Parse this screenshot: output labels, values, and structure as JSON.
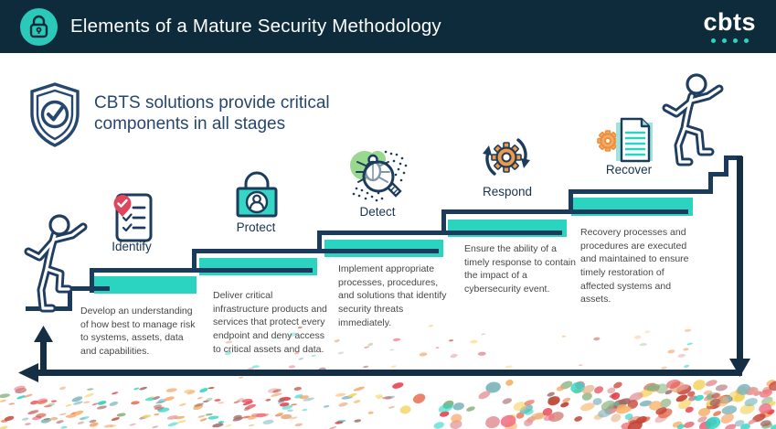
{
  "header": {
    "title": "Elements of a Mature Security Methodology",
    "logo_text": "cbts",
    "badge_icon": "lock-icon"
  },
  "intro": {
    "icon": "shield-check-icon",
    "text": "CBTS solutions provide critical components in all stages"
  },
  "stages": [
    {
      "label": "Identify",
      "icon": "document-checklist-icon",
      "description": "Develop an understanding of how best to manage risk to systems, assets, data and capabilities."
    },
    {
      "label": "Protect",
      "icon": "padlock-user-icon",
      "description": "Deliver critical infrastructure products and services that protect every endpoint and deny access to critical assets and data."
    },
    {
      "label": "Detect",
      "icon": "bug-magnifier-icon",
      "description": "Implement appropriate processes, procedures, and solutions that identify security threats immediately."
    },
    {
      "label": "Respond",
      "icon": "gear-refresh-icon",
      "description": "Ensure the ability of a timely response to contain the impact of a cybersecurity event."
    },
    {
      "label": "Recover",
      "icon": "document-gear-icon",
      "description": "Recovery processes and procedures are executed and maintained to ensure timely restoration of affected systems and assets."
    }
  ],
  "colors": {
    "header_bg": "#0E2B3C",
    "teal_accent": "#2BD4C1",
    "stair_navy": "#1B3B5C",
    "arrow_dark": "#142E44",
    "label_navy": "#17344F",
    "subtitle_navy": "#26476F",
    "body_text": "#474747",
    "detect_green": "#98D98F",
    "gear_orange": "#F09A43",
    "pin_red": "#E0475D"
  },
  "confetti_palette": [
    "#F4A261",
    "#E76F51",
    "#E63946",
    "#EF6F84",
    "#F7B267",
    "#2BD4C1",
    "#A26769",
    "#C44536",
    "#F4D35E",
    "#E5989B",
    "#8AB17D",
    "#E8A87C",
    "#7FB7BE"
  ]
}
